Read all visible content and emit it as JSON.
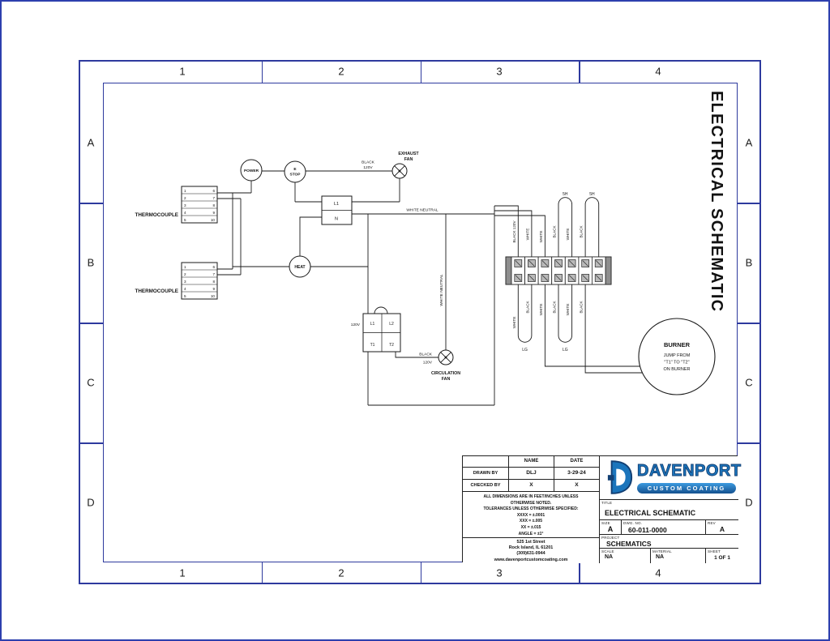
{
  "frame": {
    "zone_cols": [
      "1",
      "2",
      "3",
      "4"
    ],
    "zone_rows": [
      "A",
      "B",
      "C",
      "D"
    ],
    "vertical_title": "ELECTRICAL SCHEMATIC"
  },
  "schematic": {
    "thermocouple_label_1": "THERMOCOUPLE",
    "thermocouple_label_2": "THERMOCOUPLE",
    "tc_pins_left": [
      "1",
      "2",
      "3",
      "4",
      "5"
    ],
    "tc_pins_right": [
      "6",
      "7",
      "8",
      "9",
      "10"
    ],
    "power_label": "POWER",
    "estop_label_1": "E",
    "estop_label_2": "STOP",
    "heat_label": "HEAT",
    "exhaust_fan_label_1": "EXHAUST",
    "exhaust_fan_label_2": "FAN",
    "feed_black": "BLACK",
    "feed_120v": "120V",
    "relay_l1": "L1",
    "relay_n": "N",
    "white_neutral_horizontal": "WHITE NEUTRAL",
    "white_neutral_vertical": "WHITE NEUTRAL",
    "transformer_voltage": "120V",
    "transformer_l1": "L1",
    "transformer_l2": "L2",
    "transformer_t1": "T1",
    "transformer_t2": "T2",
    "circ_black": "BLACK",
    "circ_120v": "120V",
    "circulation_fan_label_1": "CIRCULATION",
    "circulation_fan_label_2": "FAN",
    "jumper_labels": [
      "5H",
      "5H"
    ],
    "terminal_top_wires": [
      "BLACK 120V",
      "WHITE",
      "WHITE",
      "BLACK",
      "WHITE",
      "BLACK"
    ],
    "terminal_bottom_wires": [
      "WHITE",
      "BLACK",
      "WHITE",
      "BLACK",
      "WHITE",
      "BLACK"
    ],
    "ground_labels": [
      "LG",
      "LG"
    ],
    "burner_title": "BURNER",
    "burner_note_1": "JUMP FROM",
    "burner_note_2": "\"T1\" TO \"T2\"",
    "burner_note_3": "ON BURNER"
  },
  "title_block": {
    "name_header": "NAME",
    "date_header": "DATE",
    "drawn_by_label": "DRAWN BY",
    "drawn_by_name": "DLJ",
    "drawn_by_date": "3-29-24",
    "checked_by_label": "CHECKED BY",
    "checked_by_name": "X",
    "checked_by_date": "X",
    "notes": [
      "ALL DIMENSIONS ARE IN FEET/INCHES UNLESS",
      "OTHERWISE NOTED.",
      "TOLERANCES UNLESS OTHERWISE SPECIFIED:",
      "XXXX = ±.0001",
      "XXX = ±.005",
      "XX = ±.015",
      "ANGLE = ±1°"
    ],
    "address": [
      "525 1st Street",
      "Rock Island, IL 61201",
      "(309)631-0944",
      "www.davenportcustomcoating.com"
    ],
    "logo_main": "DAVENPORT",
    "logo_sub": "CUSTOM COATING",
    "title_label": "TITLE",
    "title_value": "ELECTRICAL SCHEMATIC",
    "size_label": "SIZE",
    "size_value": "A",
    "dwg_label": "DWG. NO.",
    "dwg_value": "60-011-0000",
    "rev_label": "REV",
    "rev_value": "A",
    "project_label": "PROJECT",
    "project_value": "SCHEMATICS",
    "scale_label": "SCALE",
    "scale_value": "NA",
    "material_label": "MATERIAL",
    "material_value": "NA",
    "sheet_label": "SHEET",
    "sheet_value": "1 OF 1"
  }
}
